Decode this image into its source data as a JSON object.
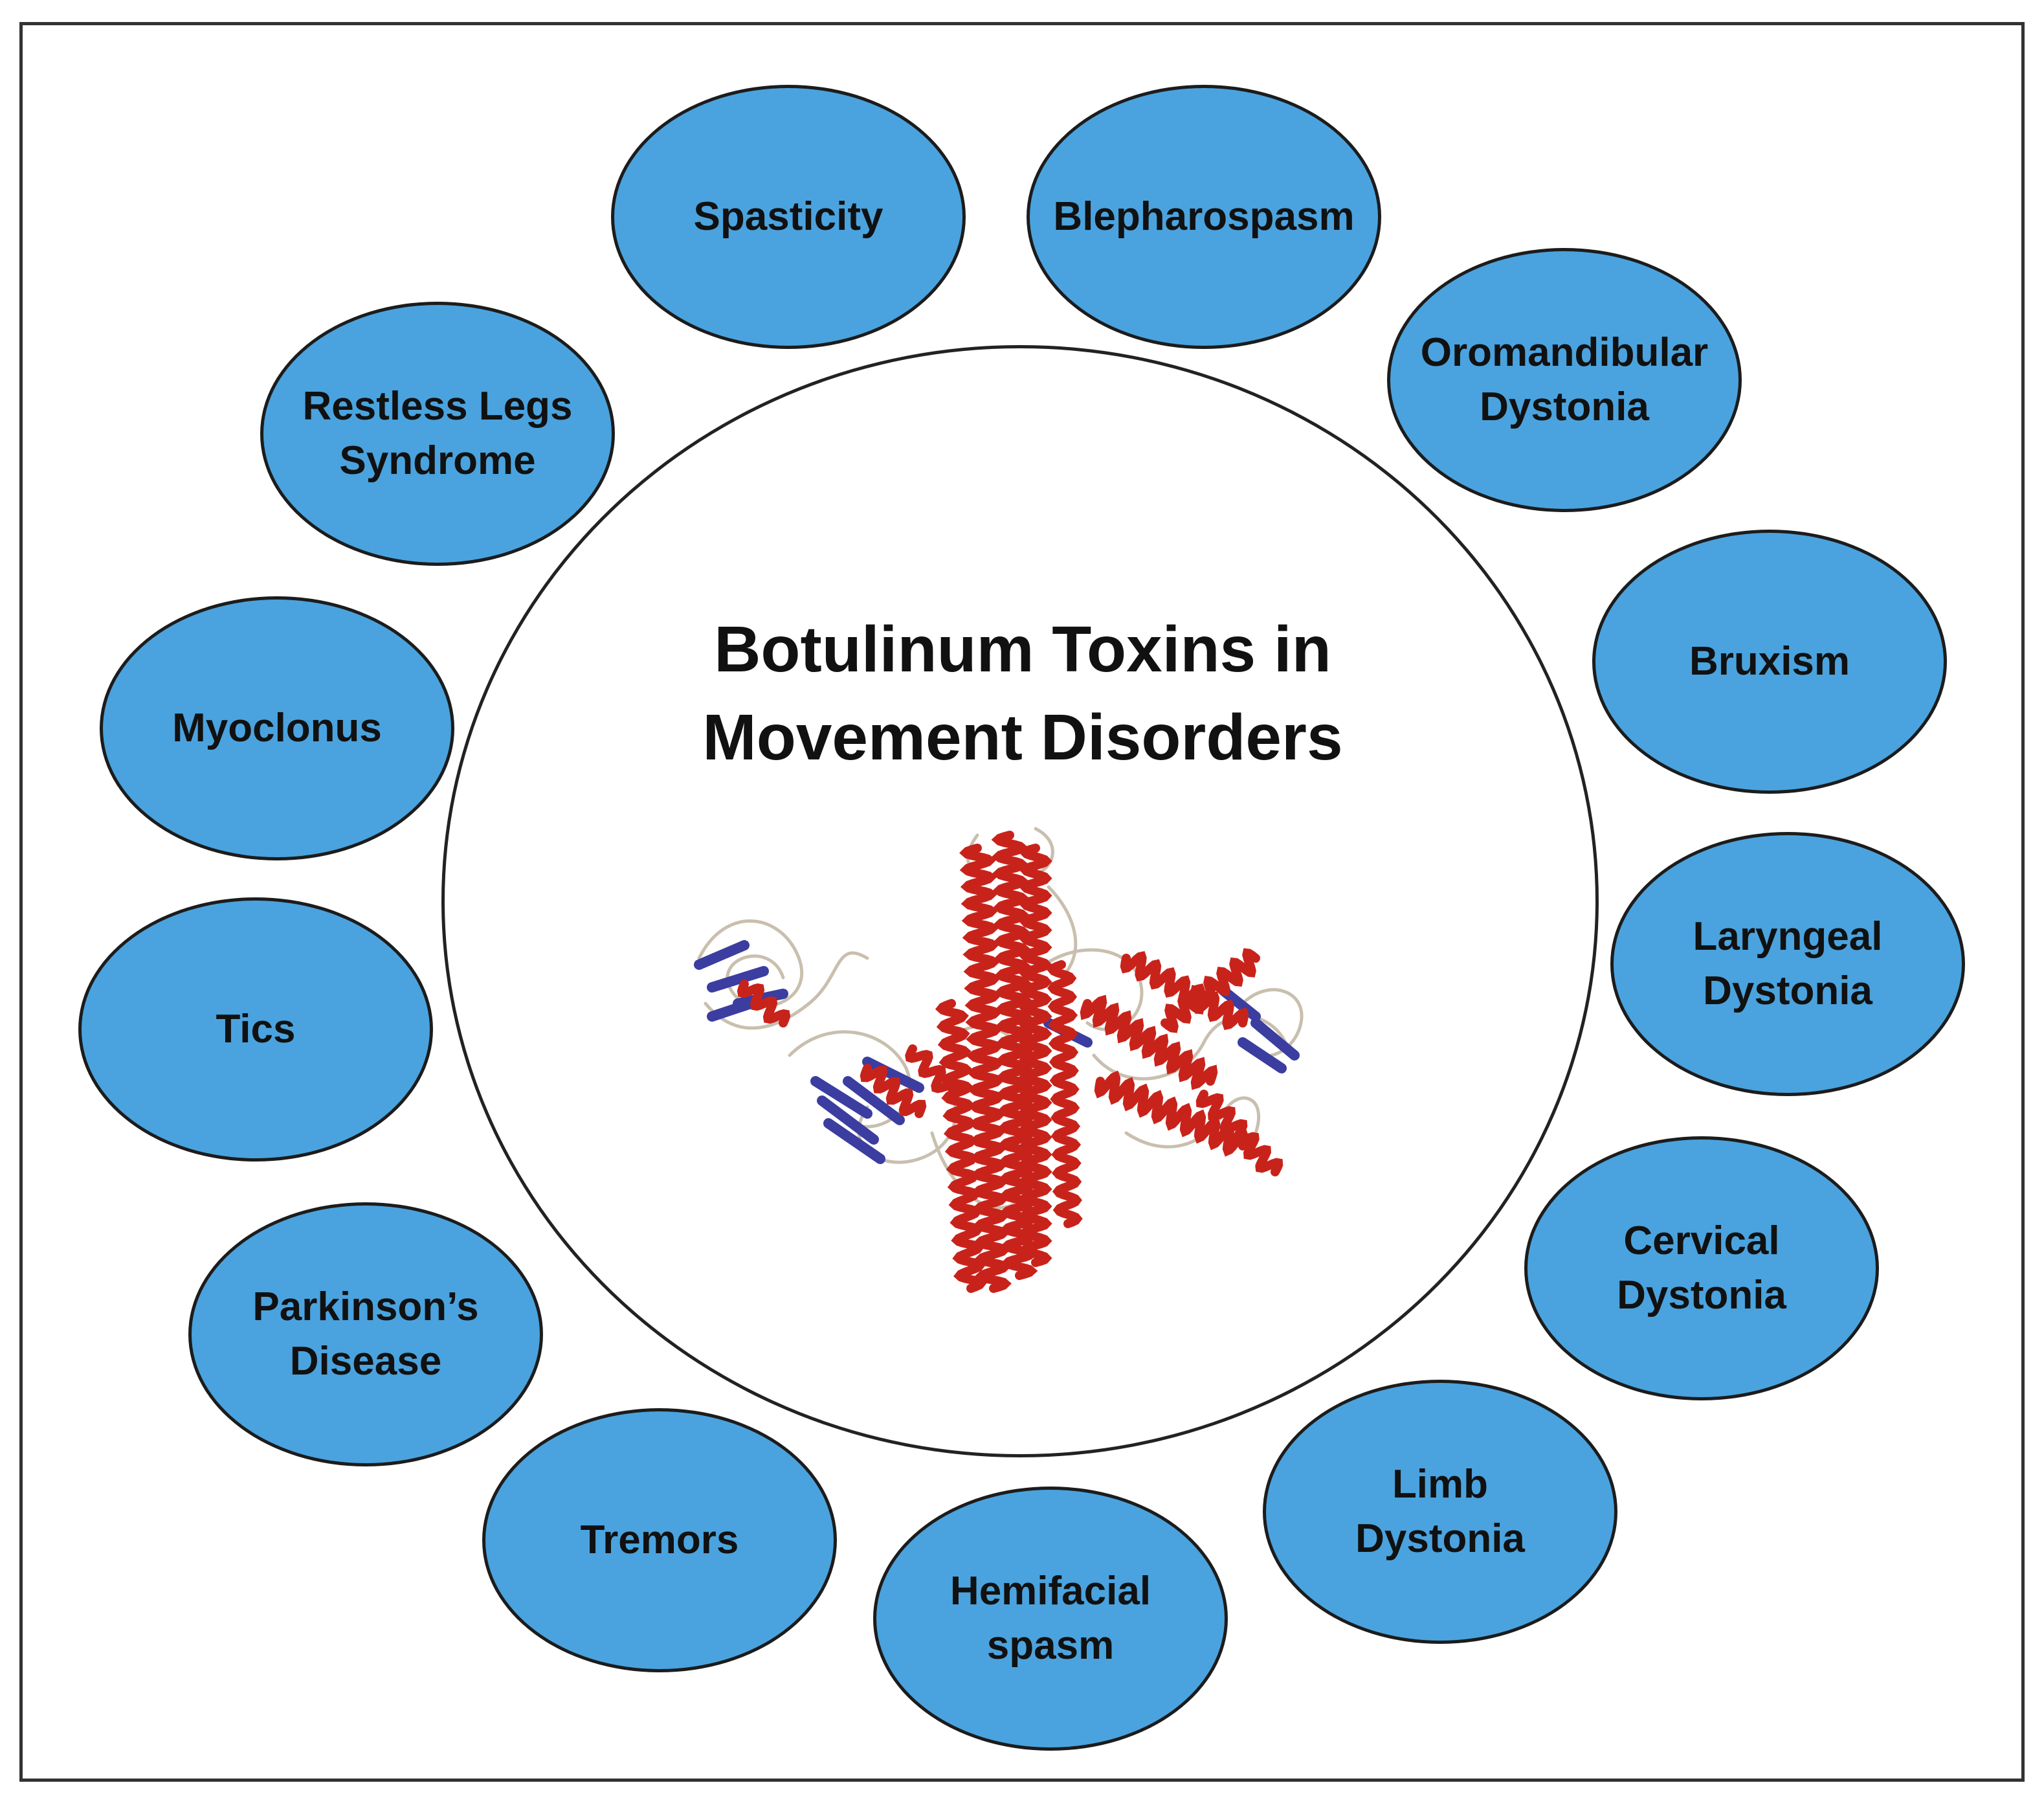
{
  "diagram": {
    "title": "Botulinum Toxins in\nMovement Disorders",
    "node_fill": "#4aa3de",
    "node_border": "#1c1c1c",
    "helix_color": "#c8231b",
    "sheet_color": "#3b3da0",
    "coil_color": "#c9bfae",
    "nodes": [
      {
        "label": "Spasticity"
      },
      {
        "label": "Blepharospasm"
      },
      {
        "label": "Oromandibular\nDystonia"
      },
      {
        "label": "Bruxism"
      },
      {
        "label": "Laryngeal\nDystonia"
      },
      {
        "label": "Cervical\nDystonia"
      },
      {
        "label": "Limb\nDystonia"
      },
      {
        "label": "Hemifacial\nspasm"
      },
      {
        "label": "Tremors"
      },
      {
        "label": "Parkinson’s\nDisease"
      },
      {
        "label": "Tics"
      },
      {
        "label": "Myoclonus"
      },
      {
        "label": "Restless Legs\nSyndrome"
      }
    ]
  }
}
